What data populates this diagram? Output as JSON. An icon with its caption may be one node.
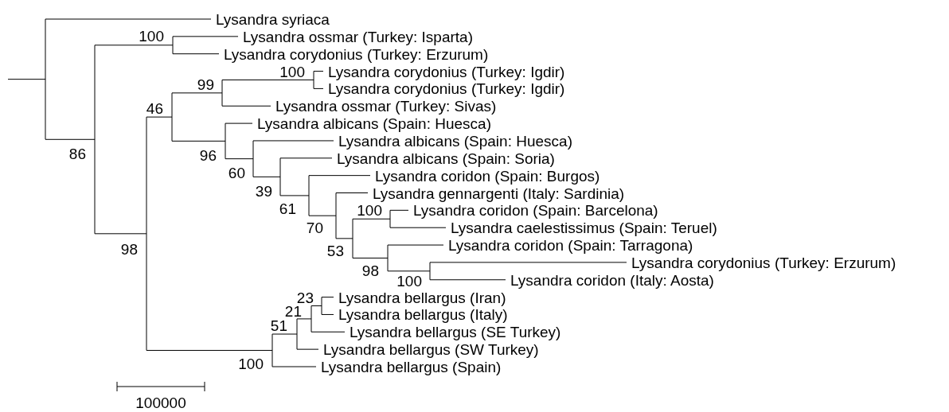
{
  "diagram": {
    "labels": [
      "Lysandra syriaca",
      "100",
      "Lysandra ossmar (Turkey: Isparta)",
      "Lysandra corydonius (Turkey: Erzurum)",
      "100",
      "Lysandra corydonius (Turkey: Igdir)",
      "99",
      "46",
      "Lysandra corydonius (Turkey: Igdir)",
      "Lysandra ossmar (Turkey: Sivas)",
      "Lysandra albicans (Spain: Huesca)",
      "86",
      "Lysandra albicans (Spain: Huesca)",
      "Lysandra albicans (Spain: Soria)",
      "96",
      "Lysandra coridon (Spain: Burgos)",
      "Lysandra gennargenti (Italy: Sardinia)",
      "60",
      "39",
      "100",
      "Lysandra coridon (Spain: Barcelona)",
      "Lysandra caelestissimus (Spain: Teruel)",
      "61",
      "Lysandra coridon (Spain: Tarragona)",
      "70",
      "98",
      "Lysandra corydonius (Turkey: Erzurum)",
      "53",
      "98",
      "Lysandra coridon (Italy: Aosta)",
      "100",
      "23",
      "Lysandra bellargus (Iran)",
      "21",
      "Lysandra bellargus (Italy)",
      "51",
      "Lysandra bellargus (SE Turkey)",
      "Lysandra bellargus (SW Turkey)",
      "100",
      "Lysandra bellargus (Spain)",
      "100000"
    ]
  }
}
